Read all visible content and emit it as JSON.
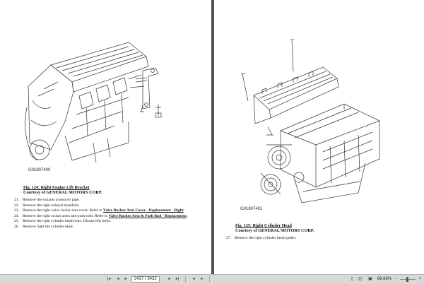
{
  "left_page": {
    "figure_code": "G01807400",
    "caption_title": "Fig. 124: Right Engine Lift Bracket",
    "caption_courtesy": "Courtesy of GENERAL MOTORS CORP.",
    "steps": [
      {
        "num": "21.",
        "text": "Remove the exhaust crossover pipe."
      },
      {
        "num": "22.",
        "text": "Remove the right exhaust manifold."
      },
      {
        "num": "23.",
        "pre": "Remove the right valve rocker arm cover. Refer to ",
        "link": "Valve Rocker Arm Cover - Replacement - Right",
        "post": "."
      },
      {
        "num": "24.",
        "pre": "Remove the right rocker arms and push rods. Refer to ",
        "link": "Valve Rocker Arm & Push Rod - Replacement",
        "post": "."
      },
      {
        "num": "25.",
        "text": "Remove the right cylinder head bolts. Discard the bolts."
      },
      {
        "num": "26.",
        "text": "Remove right the cylinder head."
      }
    ]
  },
  "right_page": {
    "figure_code": "G01807401",
    "caption_title": "Fig. 125: Right Cylinder Head",
    "caption_courtesy": "Courtesy of GENERAL MOTORS CORP.",
    "steps": [
      {
        "num": "27.",
        "text": "Remove the right cylinder head gasket."
      }
    ]
  },
  "status_bar": {
    "page_indicator": "2437 / 3432",
    "zoom": "89.66%",
    "icons": [
      "first-page-icon",
      "previous-page-icon",
      "next-page-icon",
      "last-page-icon",
      "go-back-icon",
      "go-forward-icon",
      "single-page-icon",
      "two-page-icon",
      "fit-page-icon",
      "zoom-out-icon",
      "zoom-in-icon"
    ]
  }
}
